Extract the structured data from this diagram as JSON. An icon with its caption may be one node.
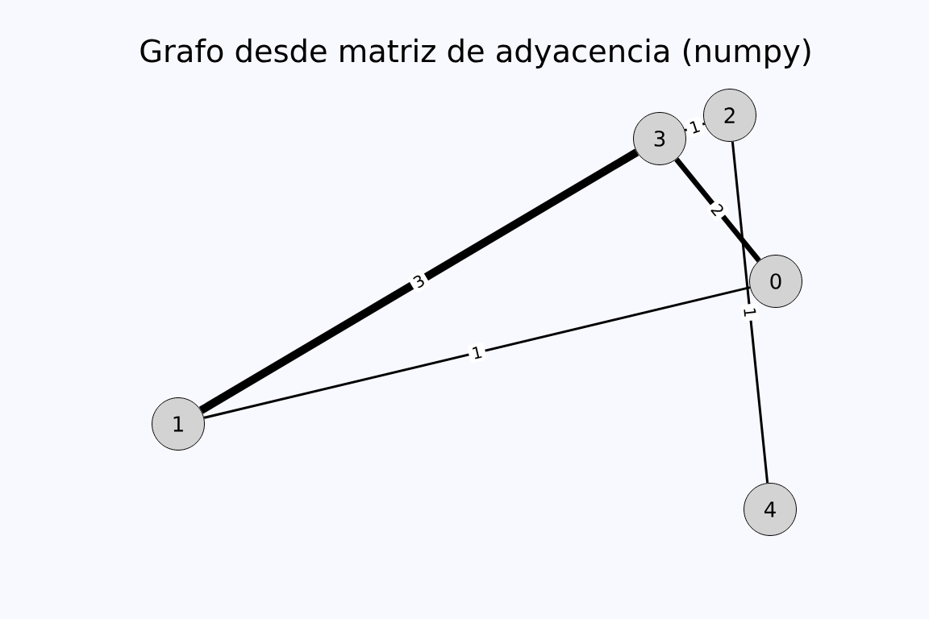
{
  "diagram": {
    "title": "Grafo desde matriz de adyacencia (numpy)",
    "nodes": [
      {
        "text": [
          "0"
        ]
      },
      {
        "text": [
          "1"
        ]
      },
      {
        "text": [
          "2"
        ]
      },
      {
        "text": [
          "3"
        ]
      },
      {
        "text": [
          "4"
        ]
      }
    ],
    "edges": [
      {
        "from": 0,
        "to": 1,
        "arrow": "none",
        "label": "1"
      },
      {
        "from": 0,
        "to": 3,
        "arrow": "none",
        "label": "2",
        "style": "thick"
      },
      {
        "from": 1,
        "to": 3,
        "arrow": "none",
        "label": "3",
        "style": "thick"
      },
      {
        "from": 2,
        "to": 3,
        "arrow": "none",
        "label": "1"
      },
      {
        "from": 2,
        "to": 4,
        "arrow": "none",
        "label": "1"
      }
    ]
  }
}
